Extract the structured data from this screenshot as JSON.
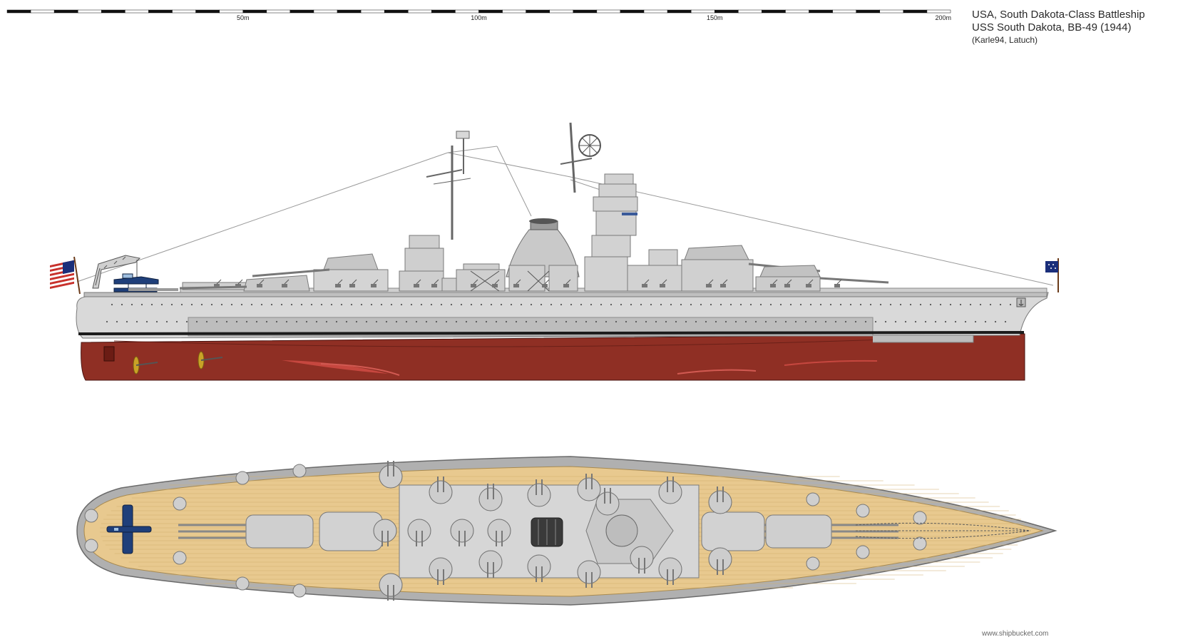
{
  "title": {
    "line1": "USA, South Dakota-Class Battleship",
    "line2": "USS South Dakota, BB-49 (1944)",
    "credits": "(Karle94, Latuch)"
  },
  "scale": {
    "max_m": 200,
    "marks": [
      {
        "value_m": 50,
        "label": "50m"
      },
      {
        "value_m": 100,
        "label": "100m"
      },
      {
        "value_m": 150,
        "label": "150m"
      },
      {
        "value_m": 200,
        "label": "200m"
      }
    ]
  },
  "watermark": "www.shipbucket.com",
  "colors": {
    "hull_grey": "#d6d6d6",
    "superstructure_grey": "#c8c8c8",
    "dark_grey": "#8a8a8a",
    "red_hull": "#8f2f24",
    "boot_top": "#1c1c1c",
    "deck_wood": "#e8c98f",
    "deck_edge": "#a8a8a8",
    "plane_blue": "#1f3f7a",
    "flag_red": "#c8312c",
    "flag_blue": "#1a2e7a",
    "propeller": "#c9a227"
  },
  "icons": {
    "flag_aft": "us-flag-icon",
    "flag_bow": "us-jack-icon",
    "aircraft": "floatplane-icon",
    "crane": "crane-icon",
    "radar": "radar-antenna-icon"
  }
}
